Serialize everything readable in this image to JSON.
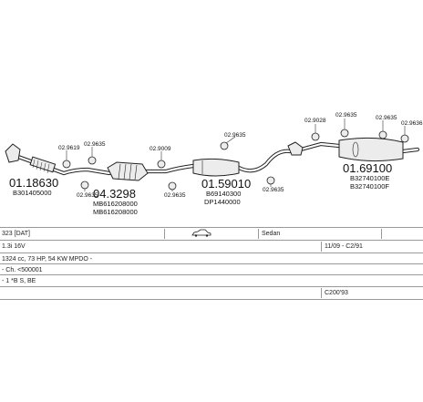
{
  "parts": [
    {
      "id": "p1",
      "number": "01.18630",
      "oem": [
        "B301405000"
      ]
    },
    {
      "id": "p2",
      "number": "04.3298",
      "oem": [
        "MB616208000",
        "MB616208000"
      ]
    },
    {
      "id": "p3",
      "number": "01.59010",
      "oem": [
        "B69140300",
        "DP1440000"
      ]
    },
    {
      "id": "p4",
      "number": "01.69100",
      "oem": [
        "B32740100E",
        "B32740100F"
      ]
    }
  ],
  "accessories": [
    {
      "id": "a1",
      "code": "02.9619"
    },
    {
      "id": "a2",
      "code": "02.9635"
    },
    {
      "id": "a3",
      "code": "02.9635"
    },
    {
      "id": "a4",
      "code": "02.9009"
    },
    {
      "id": "a5",
      "code": "02.9635"
    },
    {
      "id": "a6",
      "code": "02.9635"
    },
    {
      "id": "a7",
      "code": "02.9635"
    },
    {
      "id": "a8",
      "code": "02.9028"
    },
    {
      "id": "a9",
      "code": "02.9635"
    },
    {
      "id": "a10",
      "code": "02.9635"
    },
    {
      "id": "a11",
      "code": "02.9636"
    }
  ],
  "vehicle": {
    "model": "323 [DAT]",
    "body": "Sedan",
    "engine": "1.3i 16V",
    "dates": "11/09 - C2/91",
    "power": "1324 cc, 73 HP, 54 KW MPDO -",
    "chassis": "- Ch. <500001",
    "extra": "- 1 *B S, BE",
    "code": "C200'93"
  }
}
